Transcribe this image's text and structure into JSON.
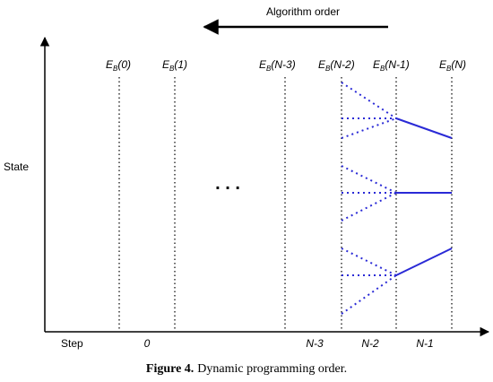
{
  "header": {
    "algorithm_order_label": "Algorithm order"
  },
  "axes": {
    "y_label": "State",
    "x_label": "Step"
  },
  "stage_labels": [
    {
      "base": "E",
      "sub": "B",
      "arg": "(0)"
    },
    {
      "base": "E",
      "sub": "B",
      "arg": "(1)"
    },
    {
      "base": "E",
      "sub": "B",
      "arg": "(N-3)"
    },
    {
      "base": "E",
      "sub": "B",
      "arg": "(N-2)"
    },
    {
      "base": "E",
      "sub": "B",
      "arg": "(N-1)"
    },
    {
      "base": "E",
      "sub": "B",
      "arg": "(N)"
    }
  ],
  "step_labels": [
    "0",
    "N-3",
    "N-2",
    "N-1"
  ],
  "ellipsis": ". . .",
  "caption": {
    "prefix": "Figure 4.",
    "text": "Dynamic programming order."
  },
  "colors": {
    "transition": "#2a2ad6",
    "axis": "#000000"
  }
}
